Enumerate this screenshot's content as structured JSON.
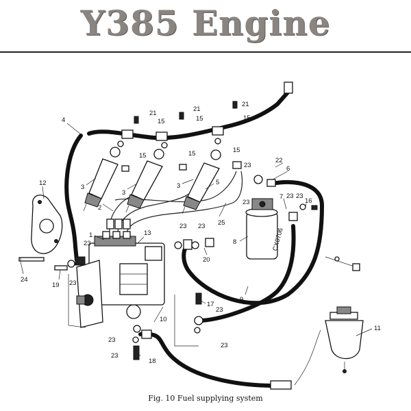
{
  "title": "Y385 Engine",
  "caption": "Fig.  10 Fuel supplying system",
  "labels": {
    "n1": "1",
    "n2": "2",
    "n3a": "3",
    "n3b": "3",
    "n3c": "3",
    "n4": "4",
    "n5": "5",
    "n6": "6",
    "n7": "7",
    "n8": "8",
    "n9": "9",
    "n10": "10",
    "n11": "11",
    "n12": "12",
    "n13": "13",
    "n15a": "15",
    "n15b": "15",
    "n15c": "15",
    "n15d": "15",
    "n15e": "15",
    "n15f": "15",
    "n16": "16",
    "n17": "17",
    "n18": "18",
    "n19": "19",
    "n20": "20",
    "n21a": "21",
    "n21b": "21",
    "n21c": "21",
    "n22": "22",
    "n23a": "23",
    "n23b": "23",
    "n23c": "23",
    "n23d": "23",
    "n23e": "23",
    "n23f": "23",
    "n23g": "23",
    "n23h": "23",
    "n23i": "23",
    "n23j": "23",
    "n23k": "23",
    "n23l": "23",
    "n24": "24",
    "n25": "25",
    "filter_marking": "CX0706"
  }
}
